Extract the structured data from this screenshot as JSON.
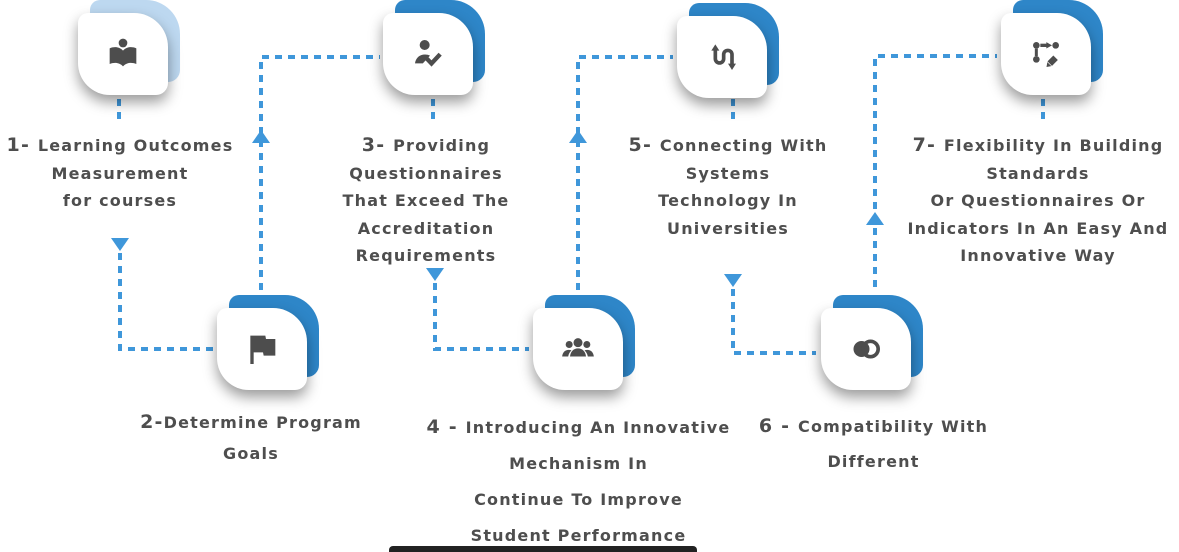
{
  "colors": {
    "accent_blue": "#2e86c8",
    "accent_light_blue": "#bdd8f0",
    "connector_blue": "#3f97da",
    "icon_gray": "#4d4d4d",
    "text_gray": "#4e4e4e",
    "bottom_bar": "#222222"
  },
  "steps": [
    {
      "num": "1- ",
      "icon": "book-reader-icon",
      "lines": [
        "Learning Outcomes",
        "Measurement",
        "for courses"
      ]
    },
    {
      "num": "2-",
      "icon": "flag-icon",
      "lines": [
        "Determine Program",
        "Goals"
      ]
    },
    {
      "num": "3- ",
      "icon": "person-check-icon",
      "lines": [
        "Providing Questionnaires",
        "That Exceed The",
        "Accreditation",
        "Requirements"
      ]
    },
    {
      "num": "4 - ",
      "icon": "people-group-icon",
      "lines": [
        "Introducing An Innovative",
        "Mechanism In",
        "Continue To Improve",
        "Student Performance"
      ]
    },
    {
      "num": "5- ",
      "icon": "shuffle-arrows-icon",
      "lines": [
        "Connecting With",
        "Systems",
        "Technology In",
        "Universities"
      ]
    },
    {
      "num": "6 - ",
      "icon": "blend-circles-icon",
      "lines": [
        "Compatibility With",
        "Different"
      ]
    },
    {
      "num": "7- ",
      "icon": "route-edit-icon",
      "lines": [
        "Flexibility In Building",
        "Standards",
        "Or Questionnaires Or",
        "Indicators In An Easy And",
        "Innovative Way"
      ]
    }
  ],
  "connectors": [
    {
      "from": 1,
      "to": 2,
      "arrow": "down"
    },
    {
      "from": 2,
      "to": 3,
      "arrow": "up"
    },
    {
      "from": 3,
      "to": 4,
      "arrow": "down"
    },
    {
      "from": 4,
      "to": 5,
      "arrow": "up"
    },
    {
      "from": 5,
      "to": 6,
      "arrow": "down"
    },
    {
      "from": 6,
      "to": 7,
      "arrow": "up"
    }
  ]
}
